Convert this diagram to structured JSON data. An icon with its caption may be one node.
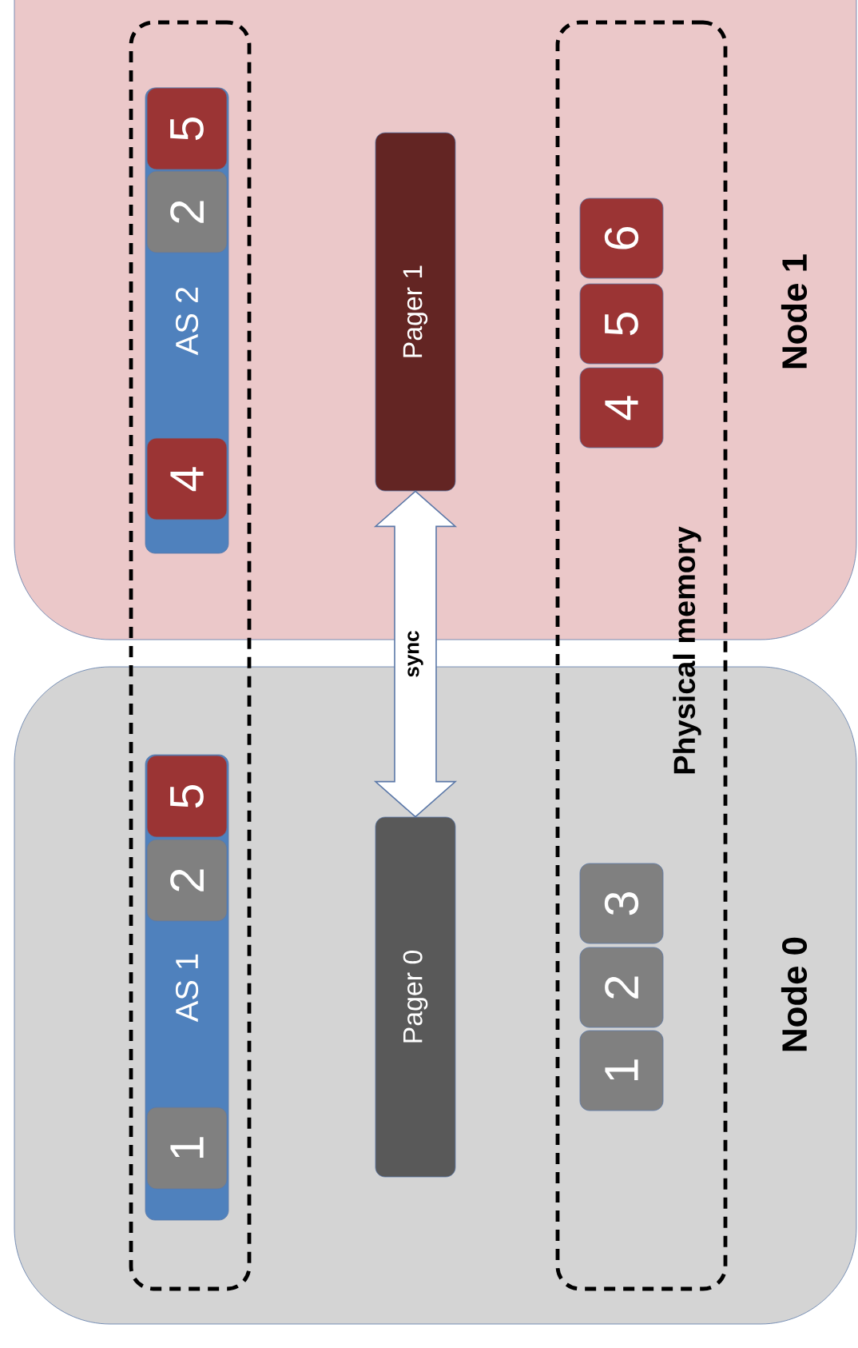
{
  "diagram": {
    "nodes": [
      {
        "text": [
          "Node 1"
        ]
      },
      {
        "text": [
          "Node 0"
        ]
      },
      {
        "text": [],
        "shape": "box"
      },
      {
        "text": [
          "Physical memory"
        ]
      },
      {
        "text": [
          "AS 2"
        ]
      },
      {
        "text": [
          "4"
        ],
        "in": 4
      },
      {
        "text": [
          "2"
        ],
        "in": 4
      },
      {
        "text": [
          "5"
        ],
        "in": 4
      },
      {
        "text": [
          "Pager 1"
        ],
        "in": 0
      },
      {
        "text": [
          "4"
        ]
      },
      {
        "text": [
          "5"
        ]
      },
      {
        "text": [
          "6"
        ]
      },
      {
        "text": [
          "AS 1"
        ]
      },
      {
        "text": [
          "1"
        ],
        "in": 12
      },
      {
        "text": [
          "2"
        ],
        "in": 12
      },
      {
        "text": [
          "5"
        ],
        "in": 12
      },
      {
        "text": [
          "Pager 0"
        ],
        "in": 1
      },
      {
        "text": [
          "1"
        ]
      },
      {
        "text": [
          "2"
        ]
      },
      {
        "text": [
          "3"
        ]
      }
    ],
    "edges": [
      {
        "from": 8,
        "to": 16,
        "arrow": "both",
        "label": "sync"
      }
    ]
  }
}
